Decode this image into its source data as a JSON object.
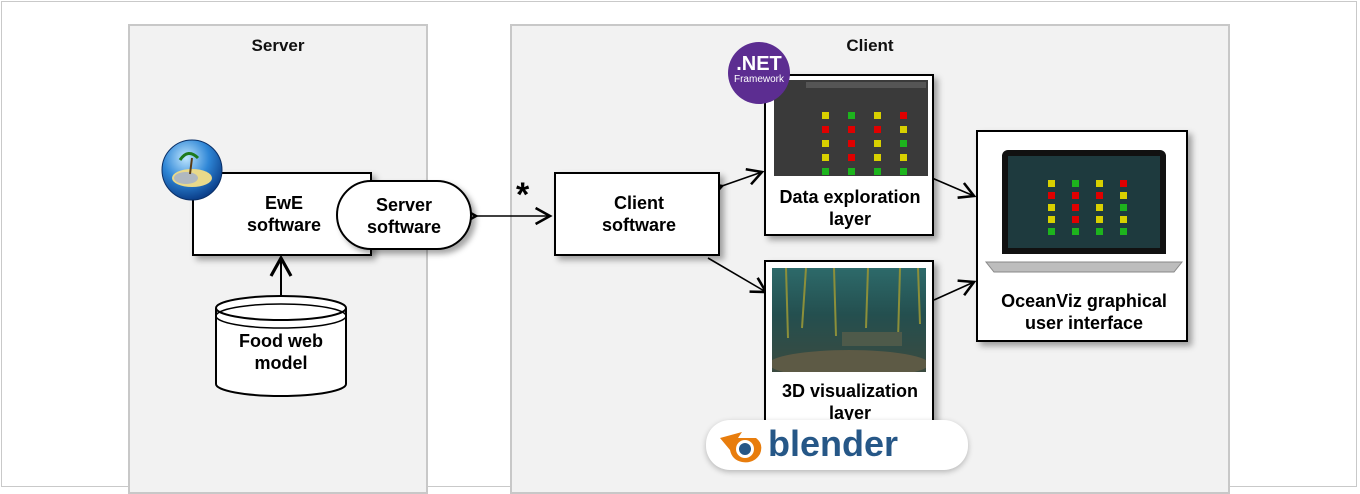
{
  "panels": {
    "server_title": "Server",
    "client_title": "Client"
  },
  "nodes": {
    "ewe": "EwE\nsoftware",
    "server_software": "Server\nsoftware",
    "food_web": "Food web\nmodel",
    "client_software": "Client\nsoftware",
    "data_exploration": "Data exploration\nlayer",
    "viz_3d": "3D visualization\nlayer",
    "gui": "OceanViz graphical\nuser interface"
  },
  "marks": {
    "asterisk": "*"
  },
  "logos": {
    "dotnet_main": ".NET",
    "dotnet_sub": "Framework",
    "blender": "blender"
  },
  "colors": {
    "panel_bg": "#f2f2f2",
    "panel_border": "#c8c8c8",
    "dotnet_purple": "#5c2d91",
    "blender_orange": "#e87d0d",
    "blender_blue": "#265787",
    "cell_red": "#e00000",
    "cell_green": "#1db41d",
    "cell_yellow": "#d8d000"
  }
}
